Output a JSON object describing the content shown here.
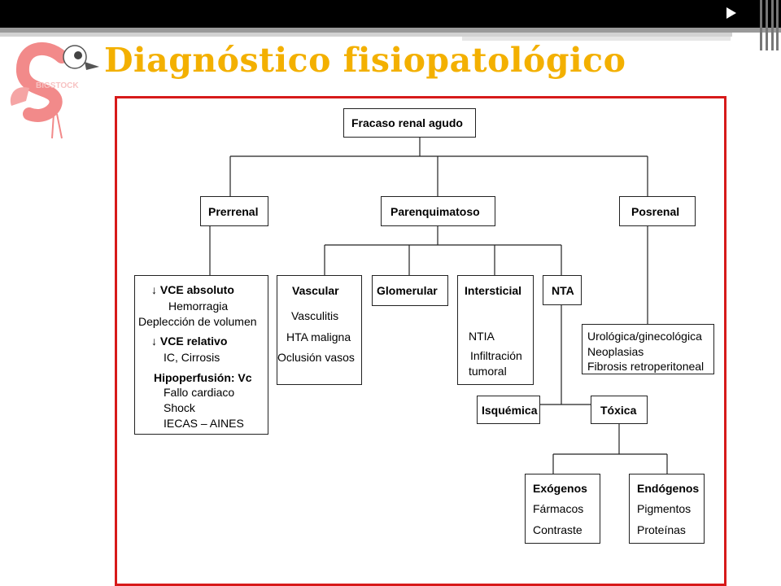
{
  "slide": {
    "title": "Diagnóstico fisiopatológico",
    "logo_text": "BIGSTOCK"
  },
  "diagram": {
    "root": "Fracaso renal agudo",
    "categories": {
      "prerrenal": "Prerrenal",
      "parenquimatoso": "Parenquimatoso",
      "posrenal": "Posrenal"
    },
    "prerrenal_detail": {
      "line1": "↓  VCE absoluto",
      "line2": "Hemorragia",
      "line3": "Deplección de volumen",
      "line4": "↓  VCE relativo",
      "line5": "IC, Cirrosis",
      "line6": "Hipoperfusión: Vc",
      "line7": "Fallo cardiaco",
      "line8": "Shock",
      "line9": "IECAS – AINES"
    },
    "vascular": {
      "title": "Vascular",
      "items": [
        "Vasculitis",
        "HTA maligna",
        "Oclusión vasos"
      ]
    },
    "glomerular": {
      "title": "Glomerular"
    },
    "intersticial": {
      "title": "Intersticial",
      "items": [
        "NTIA",
        "Infiltración",
        "tumoral"
      ]
    },
    "nta": {
      "title": "NTA"
    },
    "posrenal_detail": {
      "items": [
        "Urológica/ginecológica",
        "Neoplasias",
        "Fibrosis retroperitoneal"
      ]
    },
    "isquemica": "Isquémica",
    "toxica": "Tóxica",
    "exogenos": {
      "title": "Exógenos",
      "items": [
        "Fármacos",
        "Contraste"
      ]
    },
    "endogenos": {
      "title": "Endógenos",
      "items": [
        "Pigmentos",
        "Proteínas"
      ]
    }
  },
  "colors": {
    "title": "#f3b000",
    "frame": "#d71a1a",
    "logo": "#f28a8a"
  }
}
